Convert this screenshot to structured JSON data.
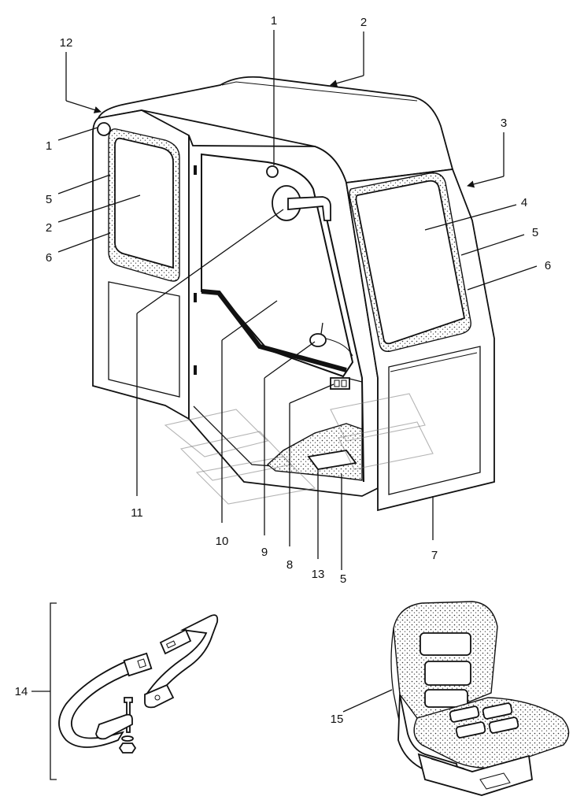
{
  "diagram": {
    "cab_callouts": {
      "top_left_12": "12",
      "top_1": "1",
      "top_2": "2",
      "right_3": "3",
      "left_1": "1",
      "left_5": "5",
      "left_2": "2",
      "left_6": "6",
      "right_4": "4",
      "right_5": "5",
      "right_6": "6",
      "bottom_11": "11",
      "bottom_10": "10",
      "bottom_9": "9",
      "bottom_8": "8",
      "bottom_13": "13",
      "bottom_5": "5",
      "bottom_7": "7"
    },
    "belt_callout": "14",
    "seat_callout": "15"
  }
}
